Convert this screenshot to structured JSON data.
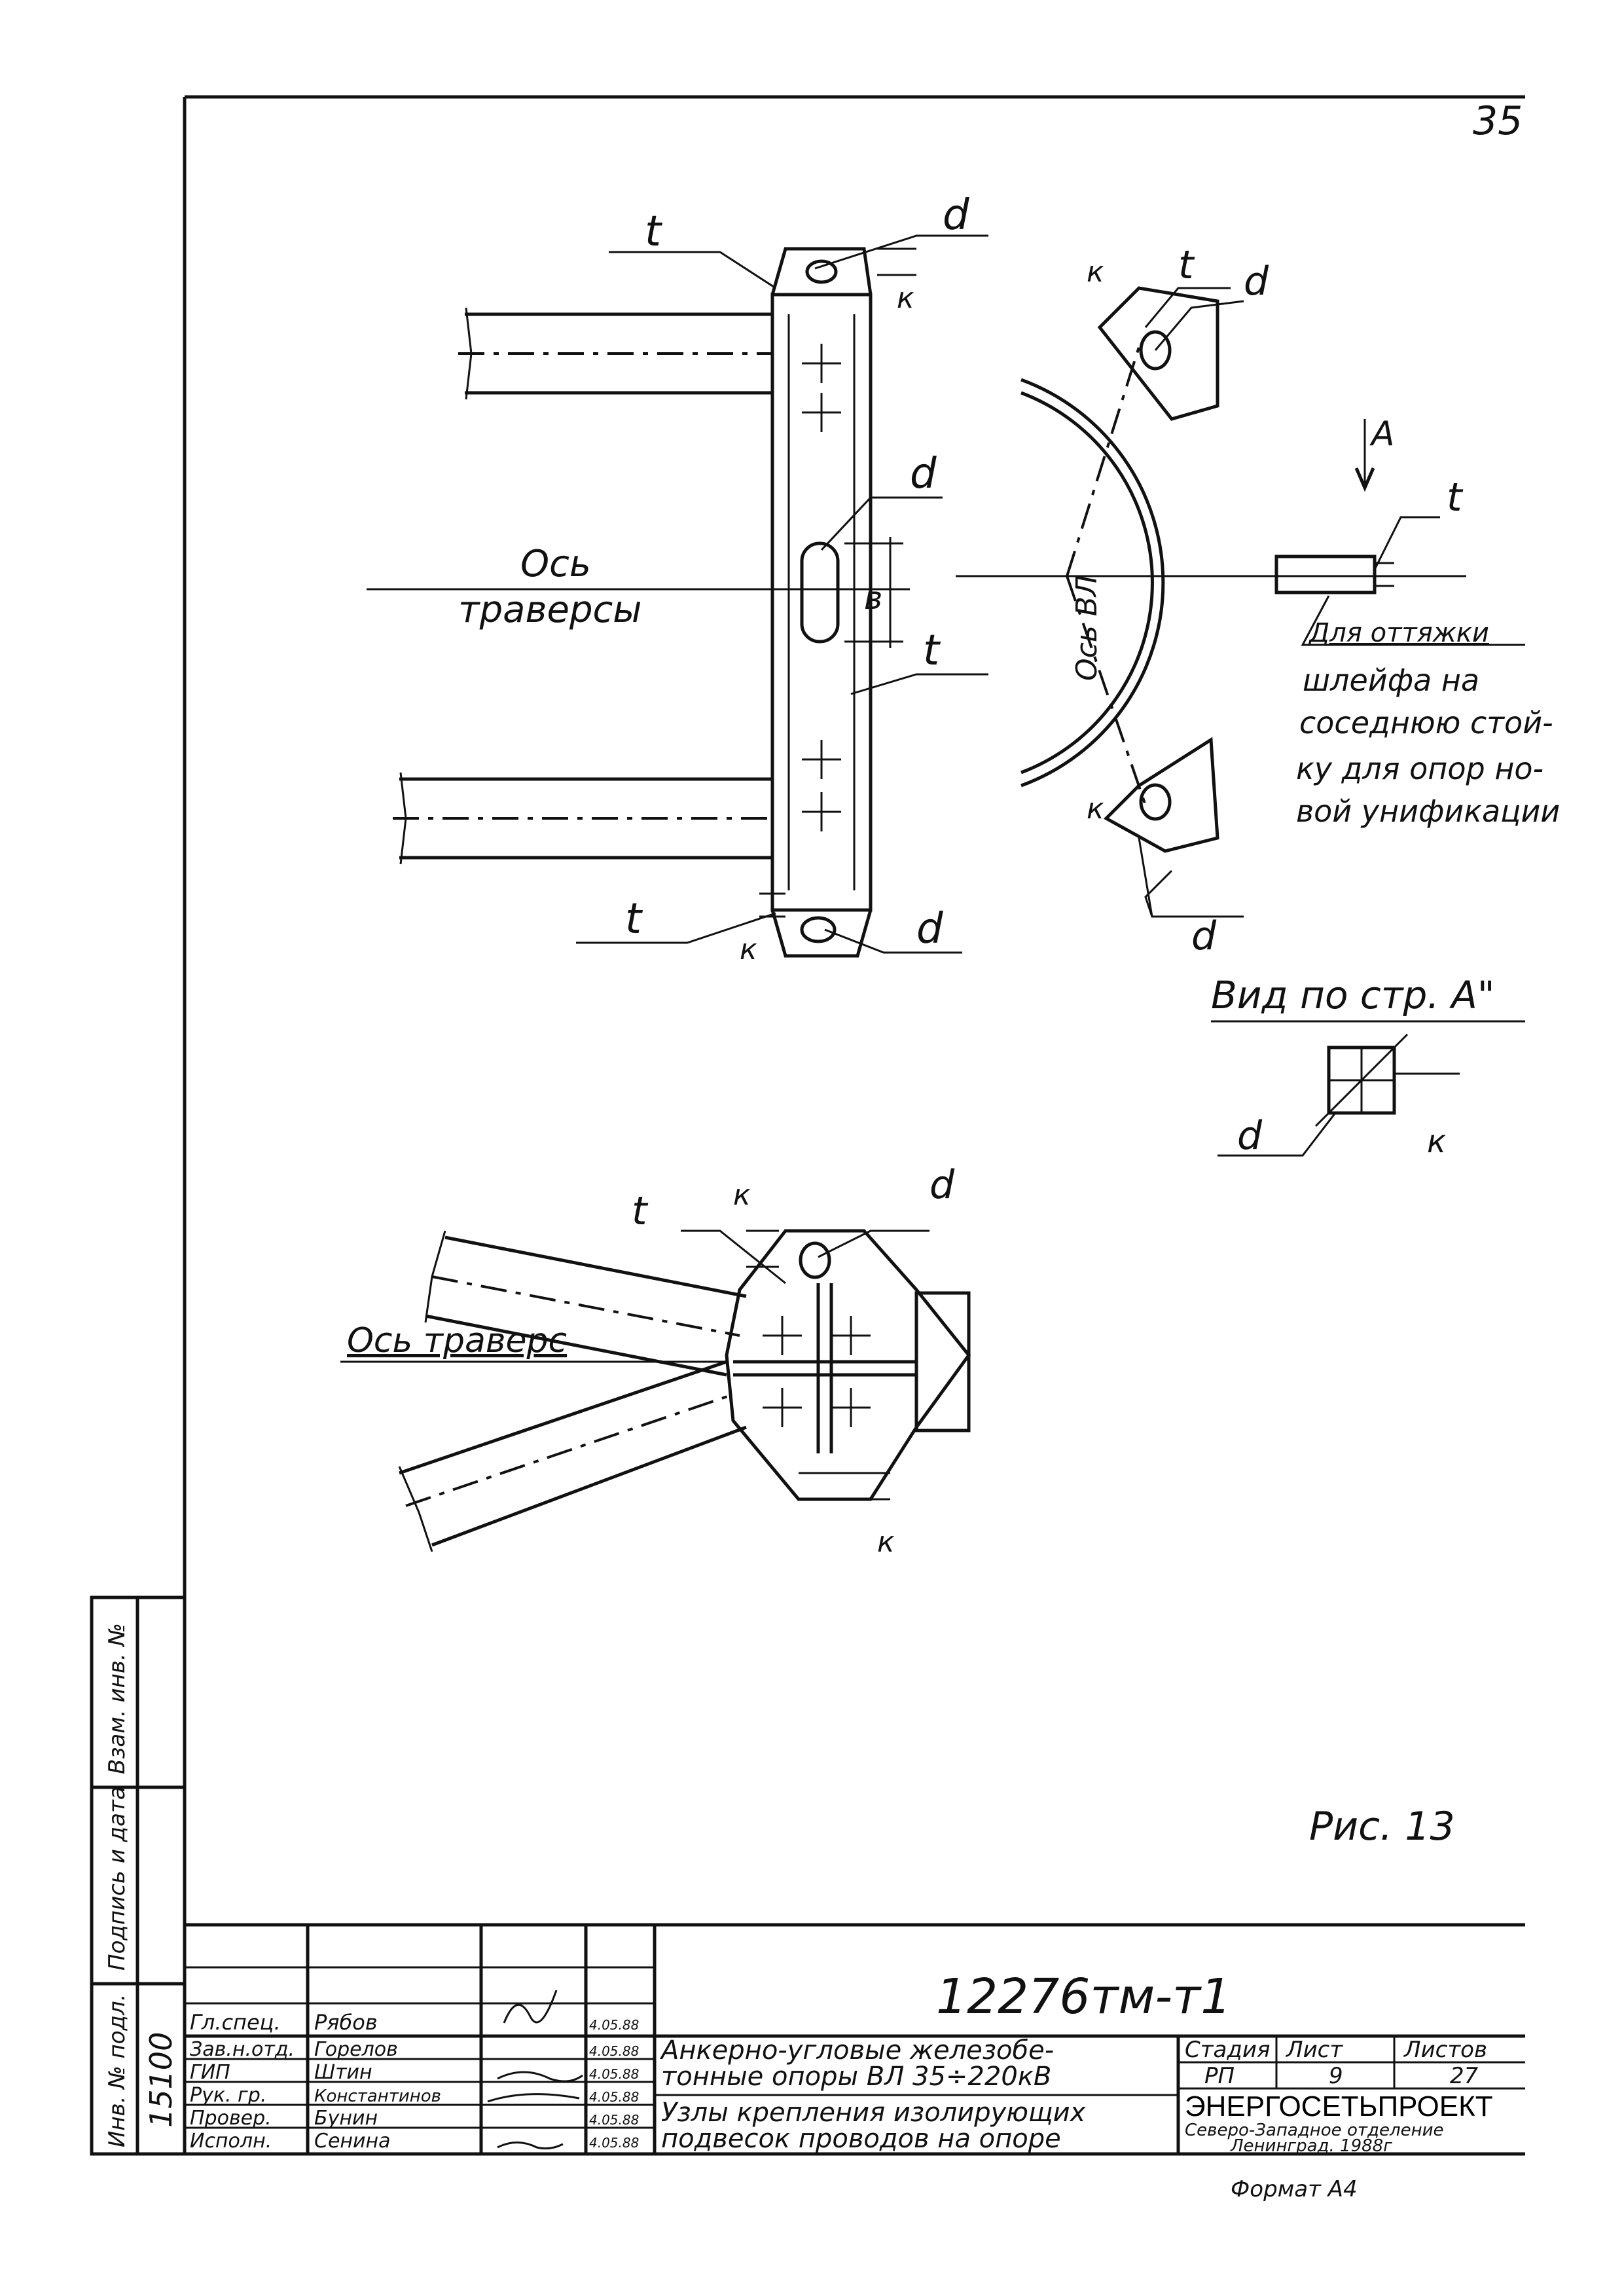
{
  "sheet": {
    "page_number": "35",
    "figure_caption": "Рис. 13",
    "footer_format": "Формат А4"
  },
  "drawing": {
    "labels": {
      "t": "t",
      "d": "d",
      "k": "к",
      "b": "в",
      "A": "А",
      "traverse_axis_line1": "Ось",
      "traverse_axis_line2": "траверсы",
      "vl_axis": "Ось ВЛ",
      "traverse_axis_bottom": "Ось траверс",
      "view_title": "Вид по стр. А\"",
      "note_line1": "Для оттяжки",
      "note_line2": "шлейфа на",
      "note_line3": "соседнюю стой-",
      "note_line4": "ку для опор но-",
      "note_line5": "вой унификации"
    }
  },
  "side_stamp": {
    "inv_orig": "Инв. № подл.",
    "inv_orig_value": "15100",
    "sign_date": "Подпись и дата",
    "replace_inv": "Взам. инв. №"
  },
  "title_block": {
    "doc_code": "12276тм-т1",
    "title_line1": "Анкерно-угловые железобе-",
    "title_line2": "тонные опоры ВЛ 35÷220кВ",
    "subtitle_line1": "Узлы крепления изолирующих",
    "subtitle_line2": "подвесок проводов на опоре",
    "stage_header": "Стадия",
    "sheet_header": "Лист",
    "sheets_header": "Листов",
    "stage_value": "РП",
    "sheet_value": "9",
    "sheets_value": "27",
    "org_name": "ЭНЕРГОСЕТЬПРОЕКТ",
    "org_branch": "Северо-Западное отделение",
    "org_city": "Ленинград. 1988г",
    "signers": [
      {
        "role": "Гл.спец.",
        "name": "Рябов",
        "date": "4.05.88"
      },
      {
        "role": "Зав.н.отд.",
        "name": "Горелов",
        "date": "4.05.88"
      },
      {
        "role": "ГИП",
        "name": "Штин",
        "date": "4.05.88"
      },
      {
        "role": "Рук. гр.",
        "name": "Константинов",
        "date": "4.05.88"
      },
      {
        "role": "Провер.",
        "name": "Бунин",
        "date": "4.05.88"
      },
      {
        "role": "Исполн.",
        "name": "Сенина",
        "date": "4.05.88"
      }
    ]
  }
}
